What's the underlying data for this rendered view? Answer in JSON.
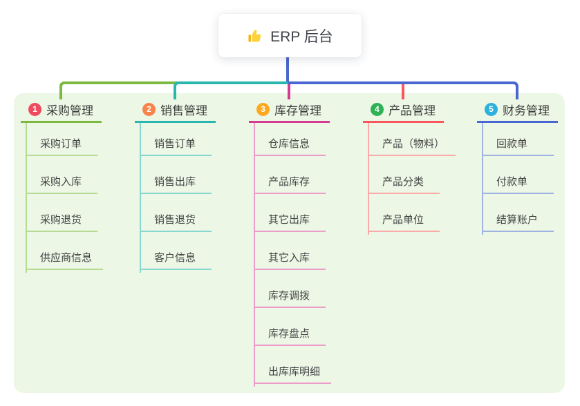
{
  "root": {
    "label": "ERP 后台",
    "icon": "thumbs-up"
  },
  "colors": {
    "root_line": "#4a66d0",
    "panel_bg": "#ecf7e6",
    "root_text": "#3c4148",
    "title_text": "#3b3b3b",
    "child_text": "#454545"
  },
  "branches": [
    {
      "num": "1",
      "label": "采购管理",
      "badge_color": "#f04a5e",
      "line_color": "#7cb93f",
      "child_line_color": "#b5db93",
      "children": [
        "采购订单",
        "采购入库",
        "采购退货",
        "供应商信息"
      ]
    },
    {
      "num": "2",
      "label": "销售管理",
      "badge_color": "#f9834a",
      "line_color": "#29b6ad",
      "child_line_color": "#87d6cf",
      "children": [
        "销售订单",
        "销售出库",
        "销售退货",
        "客户信息"
      ]
    },
    {
      "num": "3",
      "label": "库存管理",
      "badge_color": "#fca91f",
      "line_color": "#d63b92",
      "child_line_color": "#ec9cc8",
      "children": [
        "仓库信息",
        "产品库存",
        "其它出库",
        "其它入库",
        "库存调拨",
        "库存盘点",
        "出库库明细"
      ]
    },
    {
      "num": "4",
      "label": "产品管理",
      "badge_color": "#2fb156",
      "line_color": "#f8575c",
      "child_line_color": "#fbaaa8",
      "children": [
        "产品（物料）",
        "产品分类",
        "产品单位"
      ]
    },
    {
      "num": "5",
      "label": "财务管理",
      "badge_color": "#2cb0dd",
      "line_color": "#4a66d0",
      "child_line_color": "#9fb3e3",
      "children": [
        "回款单",
        "付款单",
        "结算账户"
      ]
    }
  ]
}
